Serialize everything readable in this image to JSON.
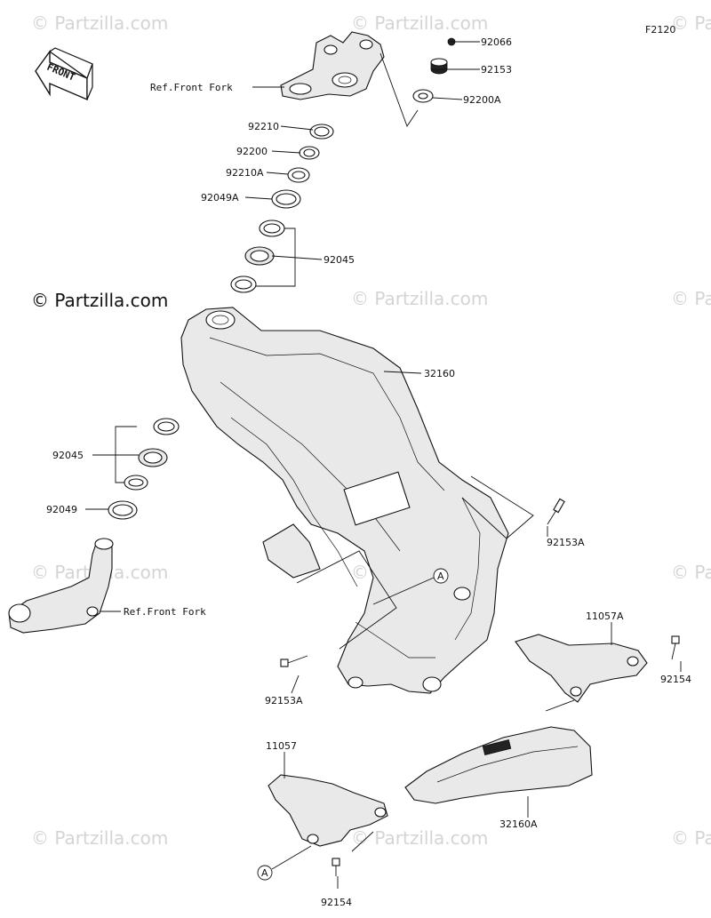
{
  "watermark": "© Partzilla.com",
  "brand_mark": "© Partzilla.com",
  "figure_code": "F2120",
  "front_badge": "FRONT",
  "parts": {
    "p92066": "92066",
    "p92153": "92153",
    "p92200A": "92200A",
    "ref_front_fork_top": "Ref.Front Fork",
    "p92210": "92210",
    "p92200": "92200",
    "p92210A": "92210A",
    "p92049A": "92049A",
    "p92045_top": "92045",
    "p32160": "32160",
    "p92045_bottom": "92045",
    "p92049": "92049",
    "p92153A_right": "92153A",
    "ref_front_fork_bottom": "Ref.Front Fork",
    "p11057A": "11057A",
    "p92154_right": "92154",
    "p92153A_bottom": "92153A",
    "p11057": "11057",
    "p32160A": "32160A",
    "p92154_bottom": "92154"
  },
  "callouts": {
    "a_frame": "A",
    "a_bracket": "A"
  }
}
